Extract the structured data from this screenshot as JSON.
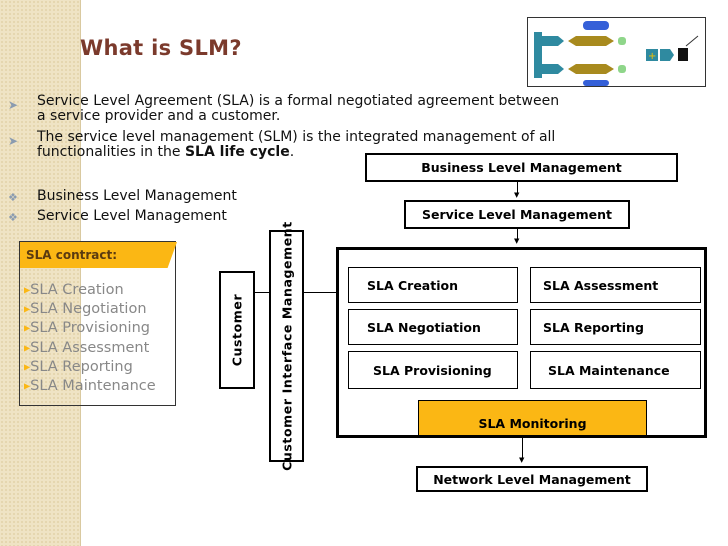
{
  "title": "What is SLM?",
  "bullets": [
    {
      "line1": "Service Level Agreement (SLA) is a formal negotiated agreement between",
      "line2": "a service provider and a customer."
    },
    {
      "line1": "The service level management (SLM) is the integrated management of all",
      "line2_pre": "functionalities in the ",
      "line2_bold": "SLA life cycle",
      "line2_post": "."
    }
  ],
  "sub_bullets": [
    "Business Level Management",
    "Service Level Management"
  ],
  "contract": {
    "header": "SLA contract:",
    "items": [
      "SLA Creation",
      "SLA Negotiation",
      "SLA Provisioning",
      "SLA Assessment",
      "SLA Reporting",
      "SLA Maintenance"
    ]
  },
  "diagram": {
    "business": "Business Level Management",
    "service": "Service Level Management",
    "customer": "Customer",
    "cim": "Customer Interface Management",
    "inner": [
      "SLA Creation",
      "SLA Assessment",
      "SLA Negotiation",
      "SLA Reporting",
      "SLA Provisioning",
      "SLA Maintenance"
    ],
    "monitoring": "SLA Monitoring",
    "network": "Network Level Management"
  },
  "colors": {
    "accent": "#fbb714",
    "title": "#7b3a2c"
  }
}
